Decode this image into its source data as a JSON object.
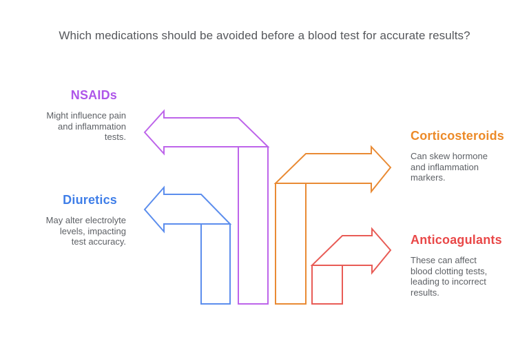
{
  "title": "Which medications should be avoided before a blood test for accurate results?",
  "colors": {
    "background": "#ffffff",
    "title_text": "#55575b",
    "body_text": "#5d6065"
  },
  "items": [
    {
      "label": "NSAIDs",
      "label_color": "#ae55e9",
      "arrow_color": "#bd64ea",
      "side": "left",
      "arrow_direction": "left",
      "lines": [
        "Might influence pain",
        "and inflammation",
        "tests."
      ]
    },
    {
      "label": "Diuretics",
      "label_color": "#3f7ee8",
      "arrow_color": "#5b8ded",
      "side": "left",
      "arrow_direction": "left",
      "lines": [
        "May alter electrolyte",
        "levels, impacting",
        "test accuracy."
      ]
    },
    {
      "label": "Corticosteroids",
      "label_color": "#ec8a28",
      "arrow_color": "#e98a33",
      "side": "right",
      "arrow_direction": "right",
      "lines": [
        "Can skew hormone",
        "and inflammation",
        "markers."
      ]
    },
    {
      "label": "Anticoagulants",
      "label_color": "#e94848",
      "arrow_color": "#e85b55",
      "side": "right",
      "arrow_direction": "right",
      "lines": [
        "These can affect",
        "blood clotting tests,",
        "leading to incorrect",
        "results."
      ]
    }
  ]
}
